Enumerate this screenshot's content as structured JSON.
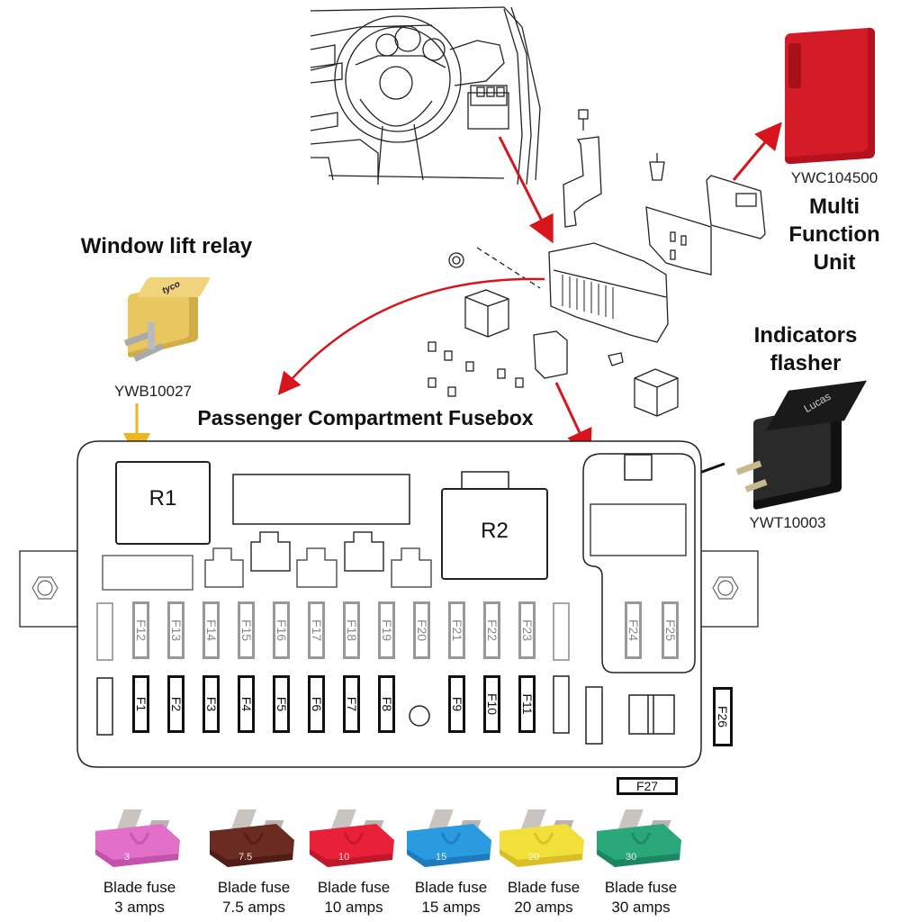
{
  "labels": {
    "window_lift_relay": "Window lift relay",
    "window_lift_part": "YWB10027",
    "mfu_part": "YWC104500",
    "mfu_title": [
      "Multi",
      "Function",
      "Unit"
    ],
    "indicators_title": [
      "Indicators",
      "flasher"
    ],
    "indicators_part": "YWT10003",
    "fusebox_title": "Passenger Compartment Fusebox",
    "relay_brand": "tyco",
    "flasher_brand": "Lucas"
  },
  "relays": [
    {
      "id": "R1",
      "label": "R1"
    },
    {
      "id": "R2",
      "label": "R2"
    }
  ],
  "fuses_top_row": [
    "F12",
    "F13",
    "F14",
    "F15",
    "F16",
    "F17",
    "F18",
    "F19",
    "F20",
    "F21",
    "F22",
    "F23"
  ],
  "fuses_bottom_row": [
    "F1",
    "F2",
    "F3",
    "F4",
    "F5",
    "F6",
    "F7",
    "F8",
    "F9",
    "F10",
    "F11"
  ],
  "fuses_right_module": [
    "F24",
    "F25"
  ],
  "fuse_f26": "F26",
  "fuse_f27": "F27",
  "blade_fuses": [
    {
      "line1": "Blade fuse",
      "line2": "3 amps",
      "value": "3",
      "color": "#e070c8",
      "dark": "#b03e96"
    },
    {
      "line1": "Blade fuse",
      "line2": "7.5 amps",
      "value": "7.5",
      "color": "#6b2a22",
      "dark": "#3e1410"
    },
    {
      "line1": "Blade fuse",
      "line2": "10 amps",
      "value": "10",
      "color": "#e8203a",
      "dark": "#a8101f"
    },
    {
      "line1": "Blade fuse",
      "line2": "15 amps",
      "value": "15",
      "color": "#2b9be0",
      "dark": "#1666a8"
    },
    {
      "line1": "Blade fuse",
      "line2": "20 amps",
      "value": "20",
      "color": "#f2e03a",
      "dark": "#c4a818"
    },
    {
      "line1": "Blade fuse",
      "line2": "30 amps",
      "value": "30",
      "color": "#2aa87a",
      "dark": "#137050"
    }
  ],
  "colors": {
    "arrow_red": "#d8141c",
    "arrow_yellow": "#f0b41c",
    "mfu_red": "#d41c28",
    "relay_yellow": "#e8c660",
    "flasher_black": "#1a1a1a"
  }
}
